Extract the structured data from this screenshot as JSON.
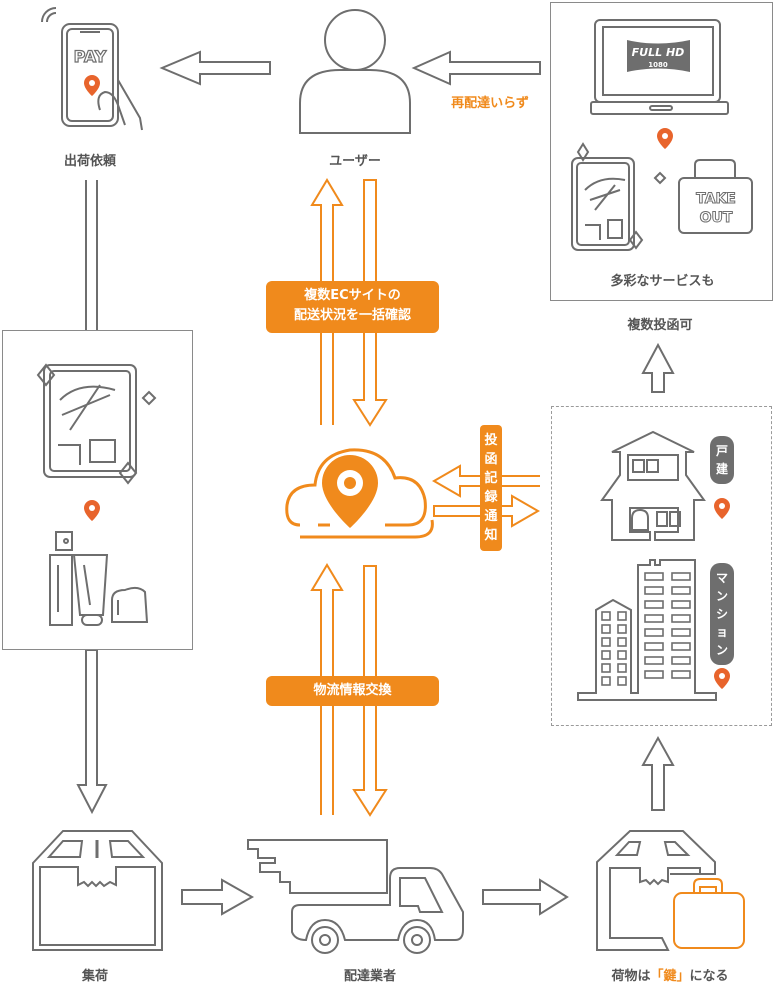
{
  "colors": {
    "accent": "#f08a1c",
    "pin": "#e8642c",
    "line": "#6e6e6e",
    "badge_gray": "#6e6e6e"
  },
  "nodes": {
    "shipping_request": {
      "label": "出荷依頼",
      "icon": "smartphone-pay-icon",
      "screen_text": "PAY"
    },
    "user": {
      "label": "ユーザー",
      "icon": "user-icon"
    },
    "multi_dropoff": {
      "label": "複数投函可",
      "caption": "多彩なサービスも",
      "laptop_text": "FULL HD",
      "laptop_subtext": "1080",
      "case_text_line1": "TAKE",
      "case_text_line2": "OUT"
    },
    "pickup": {
      "label": "集荷",
      "icon": "box-icon"
    },
    "carrier": {
      "label": "配達業者",
      "icon": "truck-icon"
    },
    "parcel_key": {
      "label_prefix": "荷物は",
      "label_key": "「鍵」",
      "label_suffix": "になる",
      "icon": "box-lock-icon"
    },
    "cloud": {
      "icon": "cloud-pin-icon"
    }
  },
  "annotations": {
    "no_redelivery": "再配達いらず",
    "ec_status_line1": "複数ECサイトの",
    "ec_status_line2": "配送状況を一括確認",
    "logistics_exchange": "物流情報交換",
    "dropoff_notice": [
      "投",
      "函",
      "記",
      "録",
      "通",
      "知"
    ],
    "house_tag": [
      "戸",
      "建"
    ],
    "mansion_tag": [
      "マ",
      "ン",
      "シ",
      "ョ",
      "ン"
    ]
  }
}
